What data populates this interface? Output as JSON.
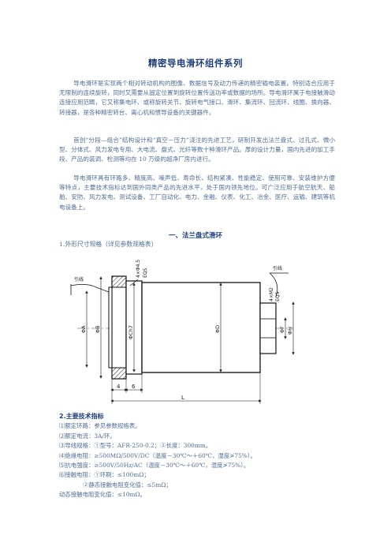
{
  "title": "精密导电滑环组件系列",
  "intro": {
    "p1": "导电滑环是实现两个相对转动机构的图像、数据信号及动力传递的精密输电装置。特别适合应用于无限制的连续旋转，同时又需要从固定位置到旋转位置传送功率或数据的场所。导电滑环属于电接触滑动连接应用范畴，它又称集电环、或称旋转关节、旋转电气接口、滑环、集流环、回流环、线圈、换向器、转接器，是各种精密转台、离心机和惯导设备的关键器件。",
    "p2": "首创“分段—组合”结构设计和“真空－压力”浇注的先进工艺，研制开发出法兰盘式、过孔式、微小型、分体式、风力发电专用、大电流、盘式、光纤等数十种滑环产品。厚的设计力量，国内先进的加工手段、产品的装调、检测等均在 10 万级的超净厂房内进行。",
    "p3": "导电滑环具有环路多、精度高、噪声低、寿命长、结构紧凑、性能稳定、使用可靠、安装维护方便等特点，主要技术指标达到国外同类产品的先进水平，处于国内领先地位。可广泛应用于航空航天、船舶、安防、风力发电、测试设备、工厂自动化、电力、金融、仪表、化工、冶金、医疗、运输、建筑等机电设备上。"
  },
  "section": {
    "heading": "一、法兰盘式滑环",
    "subheading": "1.外形尺寸规格（详见参数规格表）"
  },
  "drawing": {
    "left_lead_label": "引线",
    "right_lead_label": "引线",
    "hole_label_top": "4×Φ4.5",
    "hole_label_top2": "EQS",
    "screw_label": "4×M2",
    "screw_label2": "EQS",
    "dims": {
      "A": "ΦA",
      "B": "ΦB",
      "C": "ΦCh7",
      "D": "ΦD",
      "F": "ΦF",
      "H": "ΦH",
      "w4": "4",
      "w6": "6",
      "L": "L"
    }
  },
  "specs": {
    "heading": "2.主要技术指标",
    "lines": [
      "⑴额定环路：参见参数规格表。",
      "⑵额定电流：3A/环。",
      "⑶导线规格：①型号：AFR-250-0.2；②长度：300mm。",
      "⑷绝缘电阻：≥500MΩ/500V/DC（温度－30℃～＋60℃，湿度≯75%）。",
      "⑸抗电强度：≥500V/50Hz/AC（温度－30℃～＋60℃，湿度≯75%）。",
      "⑹接触电阻：①环刷：≤100mΩ；"
    ],
    "line7": "②静态接触电阻变化值：≤5mΩ；",
    "line8": "动态接触电阻变化值：≤10mΩ。"
  }
}
